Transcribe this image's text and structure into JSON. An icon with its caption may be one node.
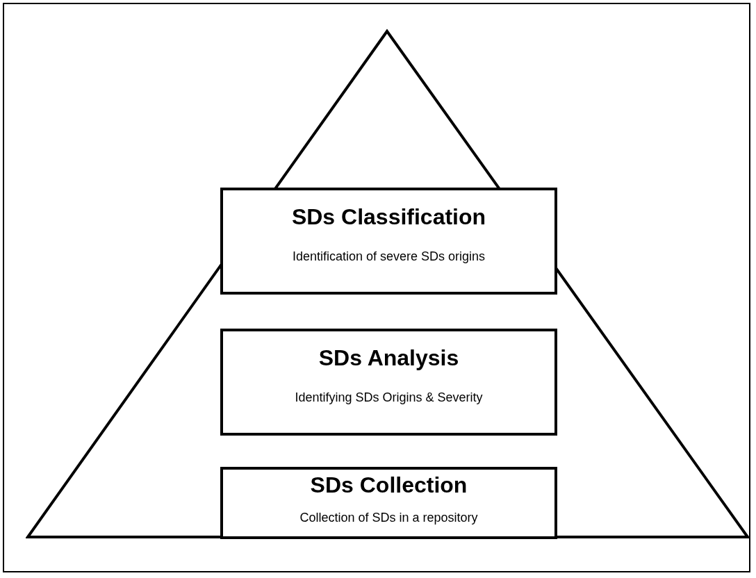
{
  "diagram": {
    "nodes": [
      {
        "text": [
          "SDs Classification",
          "Identification of severe SDs origins"
        ]
      },
      {
        "text": [
          "SDs Analysis",
          "Identifying SDs Origins & Severity"
        ]
      },
      {
        "text": [
          "SDs Collection",
          "Collection of SDs in a repository"
        ]
      }
    ],
    "edges": []
  }
}
